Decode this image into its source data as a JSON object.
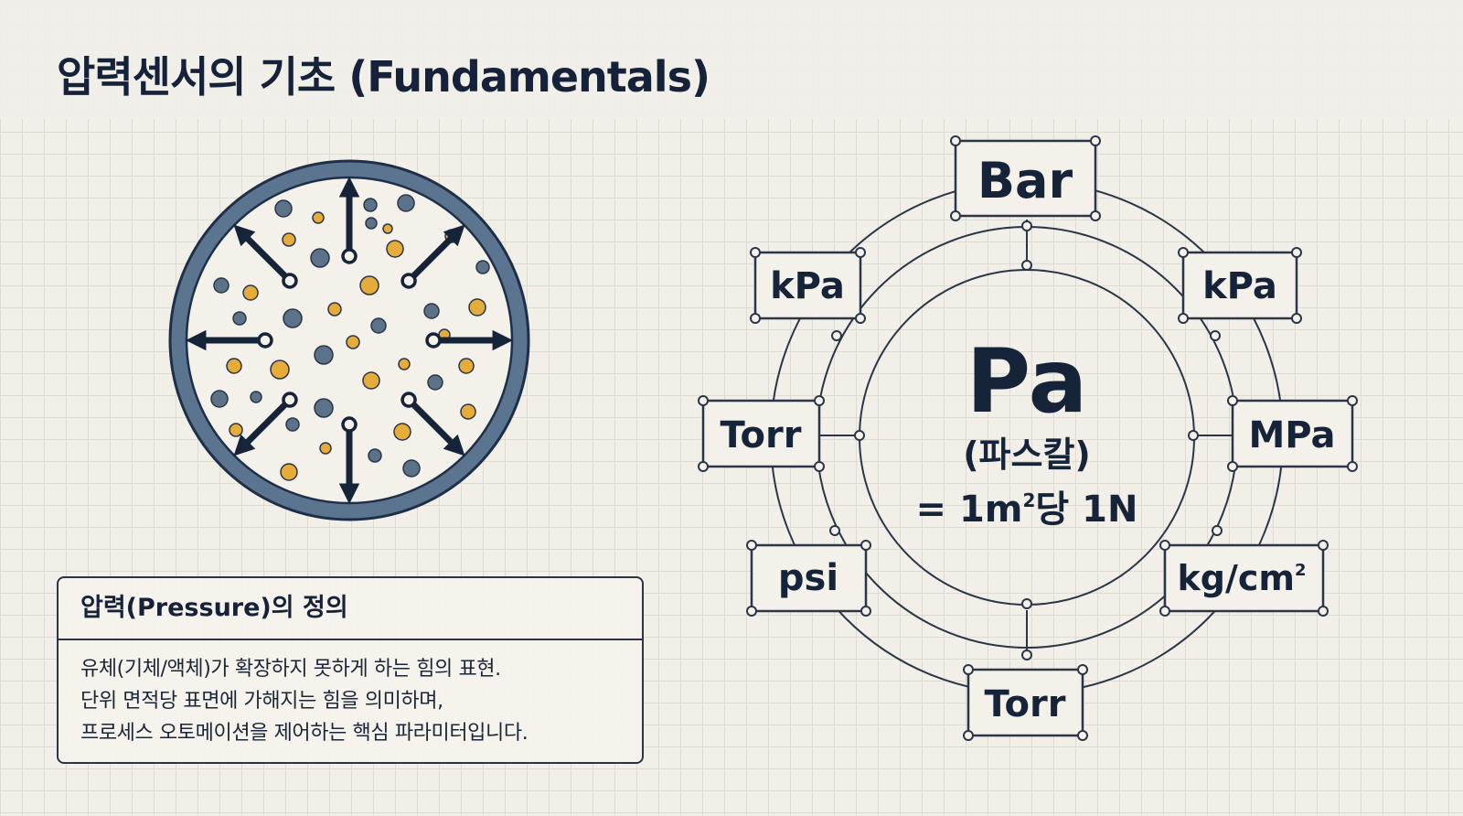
{
  "page": {
    "title": "압력센서의 기초 (Fundamentals)"
  },
  "definition": {
    "title": "압력(Pressure)의 정의",
    "lines": [
      "유체(기체/액체)가 확장하지 못하게 하는 힘의 표현.",
      "단위 면적당 표면에 가해지는 힘을 의미하며,",
      "프로세스 오토메이션을 제어하는 핵심 파라미터입니다."
    ]
  },
  "center": {
    "unit": "Pa",
    "name": "(파스칼)",
    "formula_prefix": "= 1m",
    "formula_superscript": "2",
    "formula_suffix": "당 1N"
  },
  "units": {
    "top": "Bar",
    "top_left": "kPa",
    "top_right": "kPa",
    "left": "Torr",
    "right": "MPa",
    "bottom_left": "psi",
    "bottom_right_base": "kg/cm",
    "bottom_right_superscript": "2",
    "bottom": "Torr"
  },
  "colors": {
    "navy": "#16243a",
    "ring_blue": "#4d6480",
    "particle_gold": "#e6ac3a",
    "particle_slate": "#5c7289",
    "background": "#f1efe8"
  },
  "icons": [
    "outward-pressure-arrow-icon",
    "gas-particle-icon"
  ]
}
